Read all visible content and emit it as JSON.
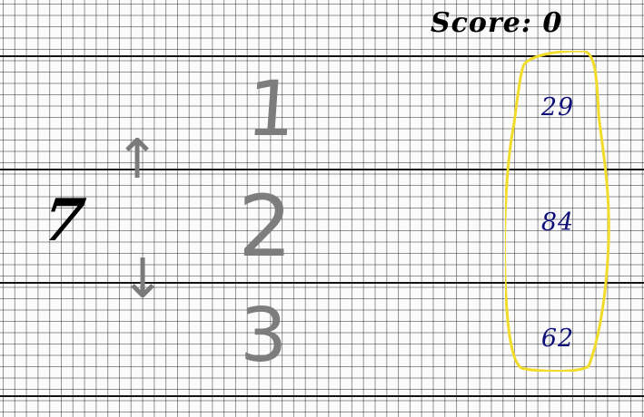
{
  "score": {
    "label": "Score:",
    "value": "0"
  },
  "current_number": "7",
  "controls": {
    "up_arrow": "↑",
    "down_arrow": "↓"
  },
  "lanes": [
    {
      "label": "1"
    },
    {
      "label": "2"
    },
    {
      "label": "3"
    }
  ],
  "targets": [
    {
      "value": "29"
    },
    {
      "value": "84"
    },
    {
      "value": "62"
    }
  ],
  "colors": {
    "target_outline": "#f2dc2a",
    "target_text": "#10107a",
    "lane_label": "#7d7d7d",
    "arrow": "#7a7a7a"
  }
}
